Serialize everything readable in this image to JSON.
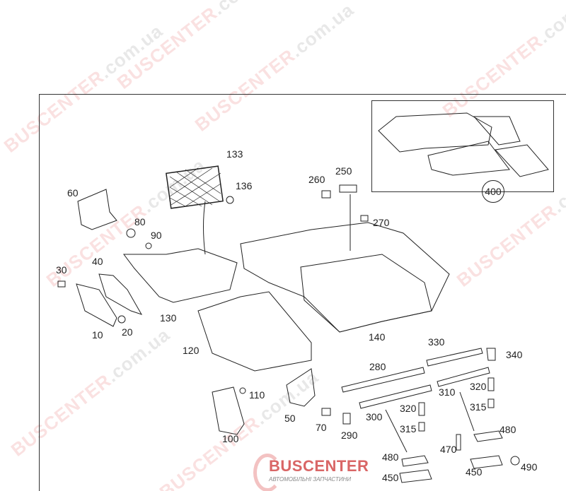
{
  "watermark_text": "BUSCENTER.com.ua",
  "watermark_parts": {
    "brand": "BUSCENTER",
    "domain": ".com.ua"
  },
  "logo": {
    "name": "BUSCENTER",
    "tagline": "АВТОМОБІЛЬНІ ЗАПЧАСТИНИ"
  },
  "inset": {
    "label": "400"
  },
  "parts": {
    "p10": "10",
    "p20": "20",
    "p30": "30",
    "p40": "40",
    "p50": "50",
    "p60": "60",
    "p70": "70",
    "p80": "80",
    "p90": "90",
    "p100": "100",
    "p110": "110",
    "p120": "120",
    "p130": "130",
    "p133": "133",
    "p136": "136",
    "p140": "140",
    "p250": "250",
    "p260": "260",
    "p270": "270",
    "p280": "280",
    "p290": "290",
    "p300": "300",
    "p310": "310",
    "p315a": "315",
    "p315b": "315",
    "p320a": "320",
    "p320b": "320",
    "p330": "330",
    "p340": "340",
    "p450a": "450",
    "p450b": "450",
    "p470": "470",
    "p480a": "480",
    "p480b": "480",
    "p490": "490"
  }
}
